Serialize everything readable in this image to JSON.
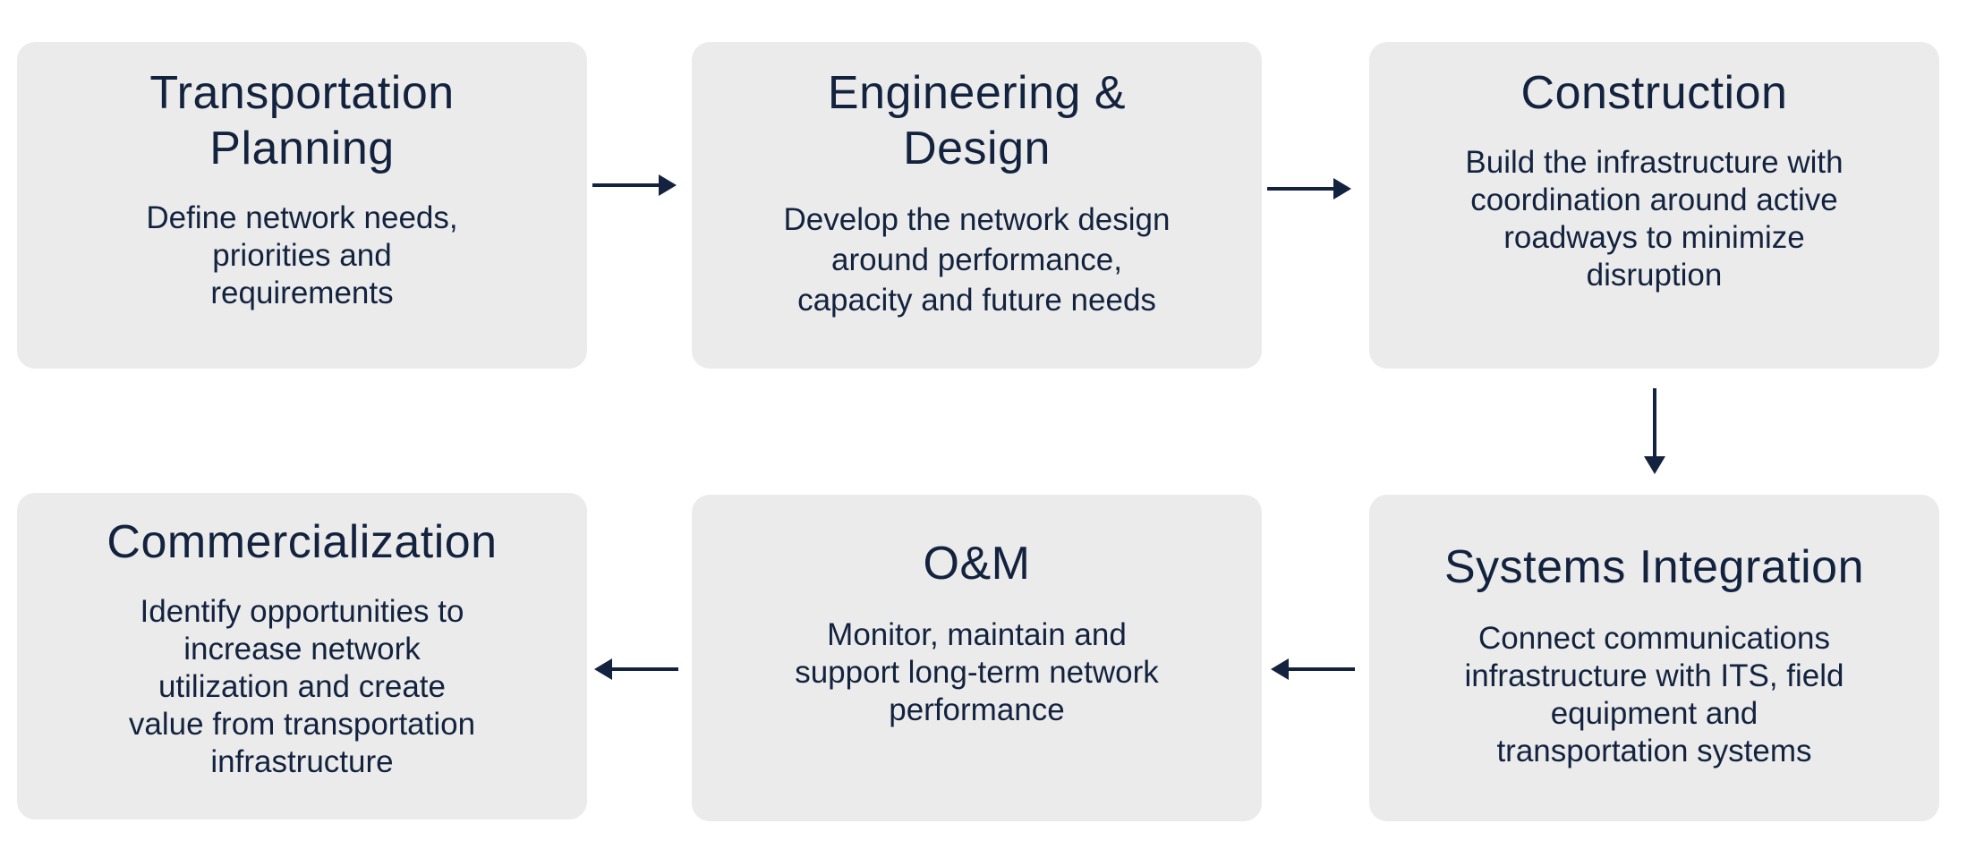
{
  "steps": [
    {
      "title_lines": [
        "Transportation",
        "Planning"
      ],
      "desc_lines": [
        "Define network needs,",
        "priorities and",
        "requirements"
      ]
    },
    {
      "title_lines": [
        "Engineering &",
        "Design"
      ],
      "desc_lines": [
        "Develop the network design",
        "around performance,",
        "capacity and future needs"
      ]
    },
    {
      "title_lines": [
        "Construction"
      ],
      "desc_lines": [
        "Build the infrastructure with",
        "coordination around active",
        "roadways to minimize",
        "disruption"
      ]
    },
    {
      "title_lines": [
        "Systems Integration"
      ],
      "desc_lines": [
        "Connect communications",
        "infrastructure with ITS, field",
        "equipment and",
        "transportation systems"
      ]
    },
    {
      "title_lines": [
        "O&M"
      ],
      "desc_lines": [
        "Monitor, maintain and",
        "support long-term network",
        "performance"
      ]
    },
    {
      "title_lines": [
        "Commercialization"
      ],
      "desc_lines": [
        "Identify opportunities to",
        "increase network",
        "utilization and create",
        "value from transportation",
        "infrastructure"
      ]
    }
  ],
  "flow": [
    {
      "from": "Transportation Planning",
      "to": "Engineering & Design",
      "direction": "right"
    },
    {
      "from": "Engineering & Design",
      "to": "Construction",
      "direction": "right"
    },
    {
      "from": "Construction",
      "to": "Systems Integration",
      "direction": "down"
    },
    {
      "from": "Systems Integration",
      "to": "O&M",
      "direction": "left"
    },
    {
      "from": "O&M",
      "to": "Commercialization",
      "direction": "left"
    }
  ],
  "colors": {
    "box_fill": "#ebebeb",
    "text": "#13233f",
    "arrow": "#13233f"
  }
}
